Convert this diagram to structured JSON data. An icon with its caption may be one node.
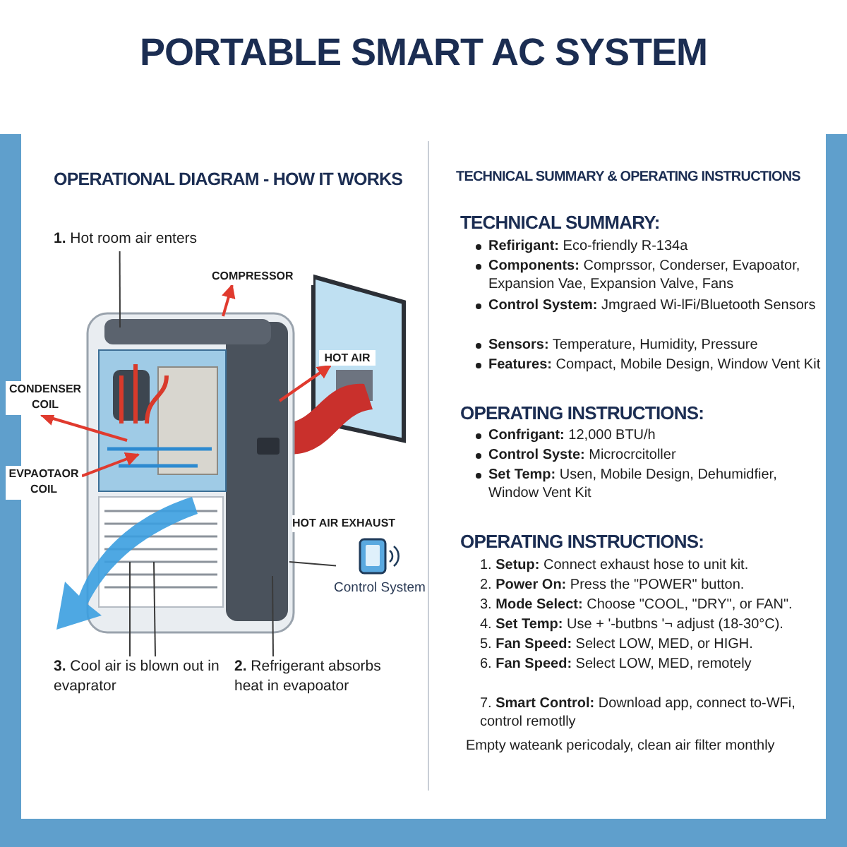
{
  "diagram": {
    "title": "PORTABLE SMART AC SYSTEM",
    "nodes": [
      {
        "text": [
          "**1.** Hot room air enters"
        ]
      },
      {
        "text": [
          "COMPRESSOR"
        ]
      },
      {
        "text": [
          "HOT AIR"
        ]
      },
      {
        "text": [
          "CONDENSER COIL"
        ]
      },
      {
        "text": [
          "EVPAOTAOR COIL"
        ]
      },
      {
        "text": [
          "HOT AIR EXHAUST"
        ]
      },
      {
        "text": [
          "Control System"
        ]
      },
      {
        "text": [
          "**3.** Cool air is blown out in evaprator"
        ]
      },
      {
        "text": [
          "**2.** Refrigerant absorbs heat in evapoator"
        ]
      }
    ],
    "edges": [
      {
        "from": 0,
        "to": null,
        "arrow": "none"
      },
      {
        "from": null,
        "to": 1,
        "arrow": "to",
        "color": "#e03a2e"
      },
      {
        "from": null,
        "to": 2,
        "arrow": "to",
        "color": "#e03a2e"
      },
      {
        "from": null,
        "to": 3,
        "arrow": "to",
        "color": "#e03a2e"
      },
      {
        "from": 4,
        "to": null,
        "arrow": "to",
        "color": "#e03a2e"
      },
      {
        "from": null,
        "to": 6,
        "arrow": "none"
      },
      {
        "from": 7,
        "to": null,
        "arrow": "none"
      },
      {
        "from": 7,
        "to": null,
        "arrow": "none"
      },
      {
        "from": 8,
        "to": null,
        "arrow": "none"
      }
    ],
    "labels": [
      "OPERATIONAL DIAGRAM - HOW IT WORKS",
      "TECHNICAL SUMMARY & OPERATING INSTRUCTIONS",
      "TECHNICAL SUMMARY:",
      "**Refirigant:** Eco-friendly R-134a",
      "**Components:** Comprssor, Conderser, Evapoator, Expansion Vae, Expansion Valve, Fans",
      "**Control System:** Jmgraed Wi-lFi/Bluetooth Sensors",
      "**Sensors:** Temperature, Humidity, Pressure",
      "**Features:** Compact, Mobile Design, Window Vent Kit",
      "OPERATING INSTRUCTIONS:",
      "**Confrigant:** 12,000 BTU/h",
      "**Control Syste:** Microcrcitoller",
      "**Set Temp:** Usen, Mobile Design, Dehumidfier, Window Vent Kit",
      "OPERATING INSTRUCTIONS:",
      "1. **Setup:** Connect exhaust hose to unit kit.",
      "2. **Power On:** Press the \"POWER\" button.",
      "3. **Mode Select:** Choose \"COOL, \"DRY\", or FAN\".",
      "4. **Set Temp:** Use + '-butbns '¬ adjust (18-30°C).",
      "5. **Fan Speed:** Select LOW, MED, or HIGH.",
      "6. **Fan Speed:** Select LOW, MED, remotely",
      "7. **Smart Control:** Download app, connect to-WFi, control remotlly",
      "Empty wateank pericodaly, clean air filter monthly"
    ]
  }
}
